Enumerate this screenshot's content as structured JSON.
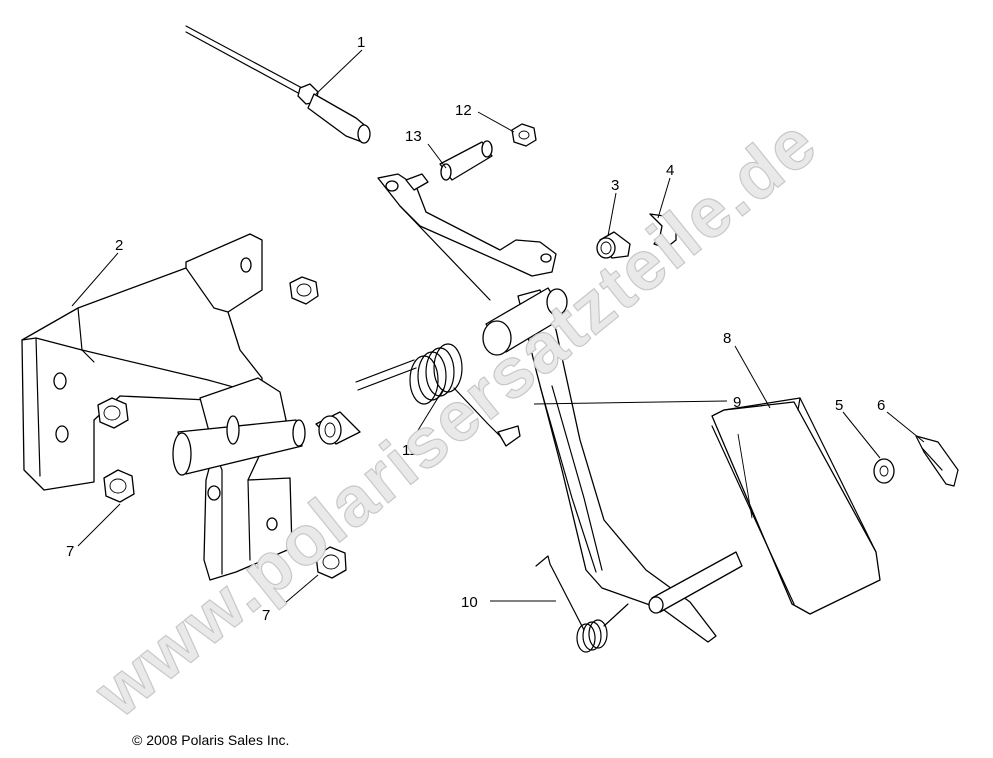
{
  "watermark": "www.polarisersatzteile.de",
  "copyright": "© 2008 Polaris Sales Inc.",
  "callouts": {
    "c1": "1",
    "c2": "2",
    "c3": "3",
    "c4": "4",
    "c5": "5",
    "c6": "6",
    "c7a": "7",
    "c7b": "7",
    "c8": "8",
    "c9": "9",
    "c10": "10",
    "c11": "11",
    "c12": "12",
    "c13": "13"
  }
}
